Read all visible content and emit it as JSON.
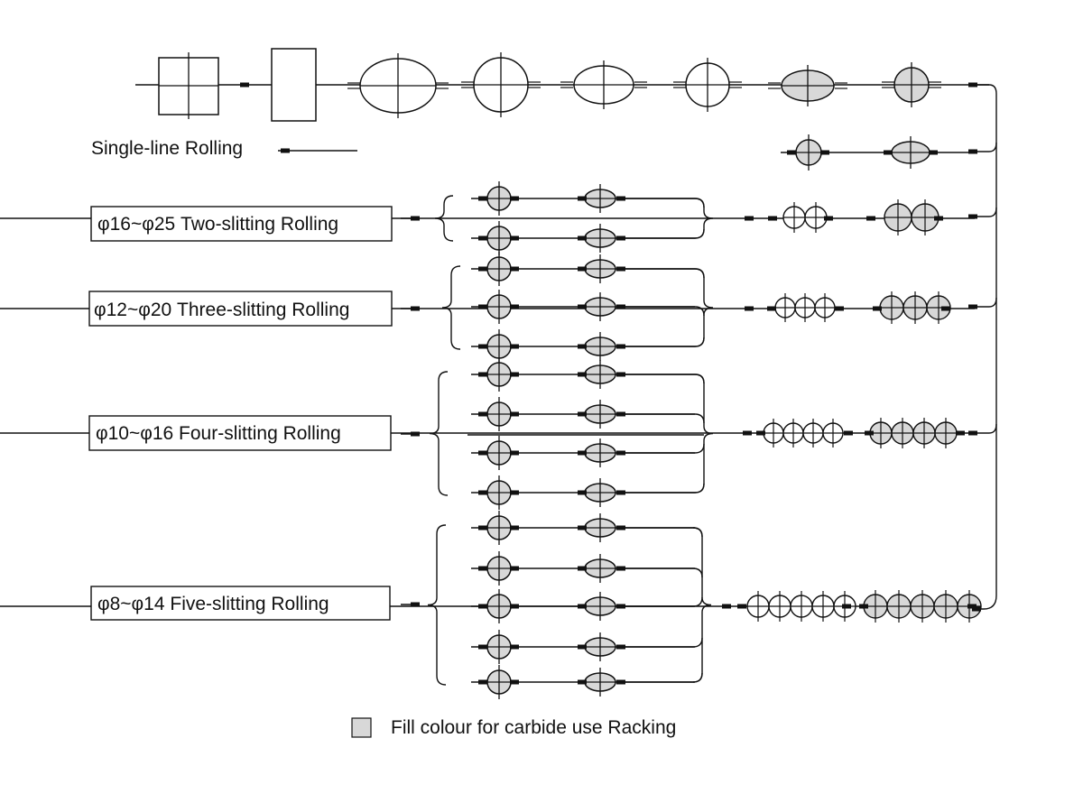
{
  "labels": {
    "single": "Single-line Rolling",
    "two": "φ16~φ25 Two-slitting Rolling",
    "three": "φ12~φ20 Three-slitting Rolling",
    "four": "φ10~φ16 Four-slitting Rolling",
    "five": "φ8~φ14 Five-slitting Rolling"
  },
  "legend": {
    "text": "Fill colour for carbide use Racking",
    "swatch_color": "#d8d8d8"
  },
  "colors": {
    "stroke": "#111111",
    "fill": "#d8d8d8"
  }
}
